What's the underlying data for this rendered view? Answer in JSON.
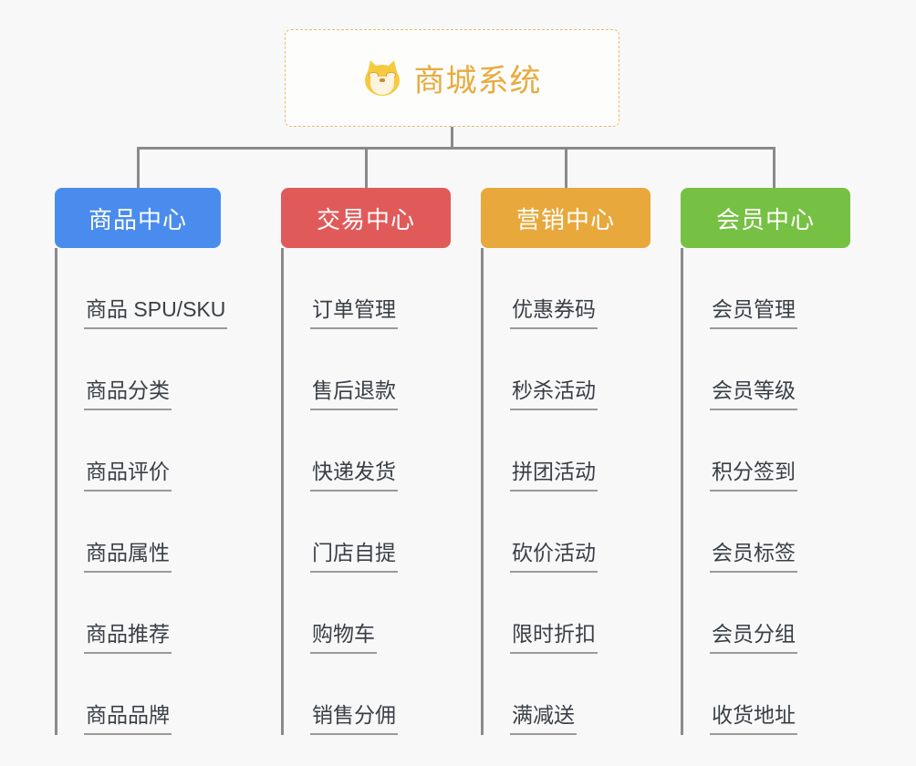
{
  "diagram": {
    "type": "tree-mindmap",
    "background_color": "#f8f8f8",
    "connector_color": "#8a8a8a",
    "root": {
      "title": "商城系统",
      "icon": "shiba-inu-dog-face-emoji",
      "emoji": "🐕",
      "text_color": "#e8ab3e",
      "border_color": "#e9bb6a",
      "background_color": "#fdfdfc"
    },
    "categories": [
      {
        "label": "商品中心",
        "color": "#4a8ced",
        "items": [
          "商品 SPU/SKU",
          "商品分类",
          "商品评价",
          "商品属性",
          "商品推荐",
          "商品品牌"
        ]
      },
      {
        "label": "交易中心",
        "color": "#e15a5a",
        "items": [
          "订单管理",
          "售后退款",
          "快递发货",
          "门店自提",
          "购物车",
          "销售分佣"
        ]
      },
      {
        "label": "营销中心",
        "color": "#e8a83c",
        "items": [
          "优惠券码",
          "秒杀活动",
          "拼团活动",
          "砍价活动",
          "限时折扣",
          "满减送"
        ]
      },
      {
        "label": "会员中心",
        "color": "#76c043",
        "items": [
          "会员管理",
          "会员等级",
          "积分签到",
          "会员标签",
          "会员分组",
          "收货地址"
        ]
      }
    ]
  }
}
